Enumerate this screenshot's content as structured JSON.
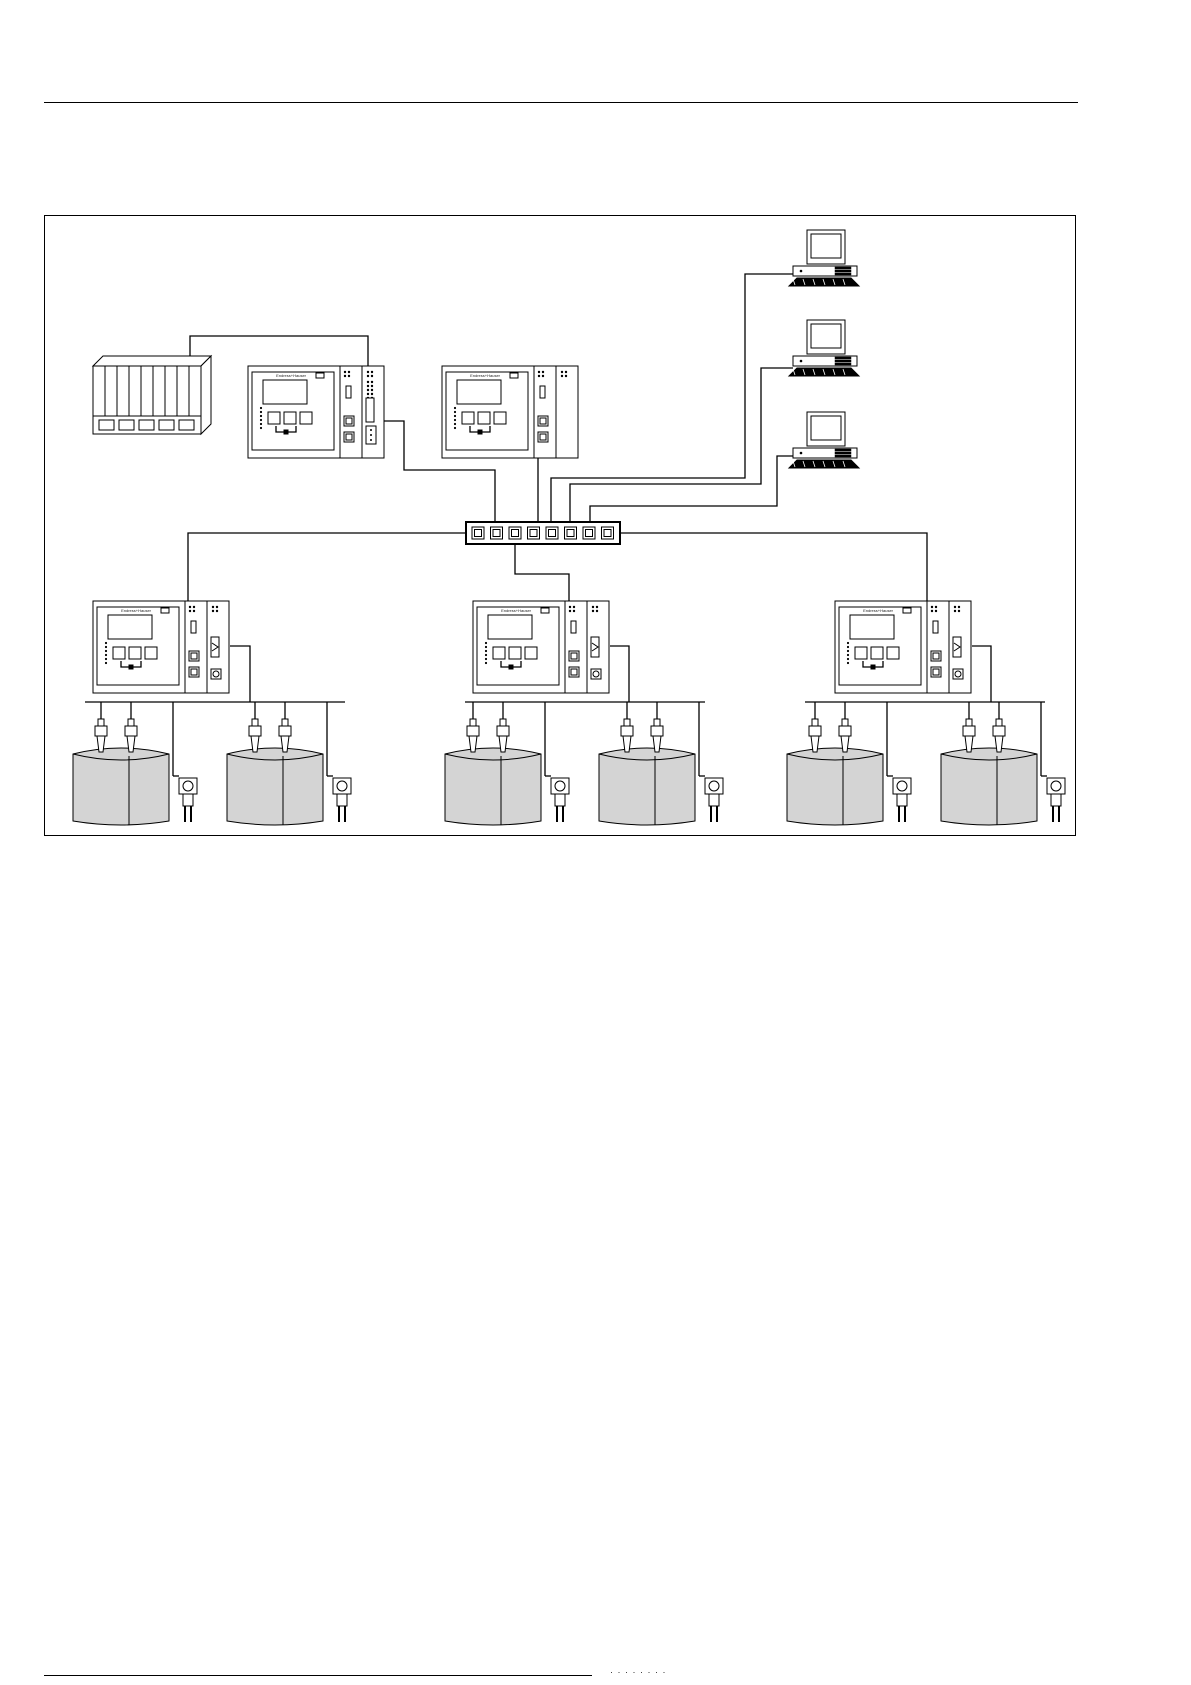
{
  "header": {
    "rule": true
  },
  "figure": {
    "style": "monochrome line drawing",
    "tank_fill_color": "#d4d4d4",
    "line_color": "#000000",
    "brand_mark": "Endress+Hauser",
    "controllers": [
      {
        "id": "plc",
        "icon": "plc-rack-icon"
      },
      {
        "id": "top-controller-1",
        "icon": "control-unit-icon"
      },
      {
        "id": "top-controller-2",
        "icon": "control-unit-icon"
      },
      {
        "id": "field-controller-1",
        "icon": "control-unit-icon"
      },
      {
        "id": "field-controller-2",
        "icon": "control-unit-icon"
      },
      {
        "id": "field-controller-3",
        "icon": "control-unit-icon"
      }
    ],
    "computers": [
      {
        "id": "pc-1",
        "icon": "desktop-computer-icon"
      },
      {
        "id": "pc-2",
        "icon": "desktop-computer-icon"
      },
      {
        "id": "pc-3",
        "icon": "desktop-computer-icon"
      }
    ],
    "switch": {
      "id": "ethernet-switch",
      "icon": "network-switch-icon",
      "ports": 8
    },
    "tank_groups": 3,
    "tanks_per_group": 2
  },
  "footer": {
    "text": "· · · · · · · ·"
  }
}
